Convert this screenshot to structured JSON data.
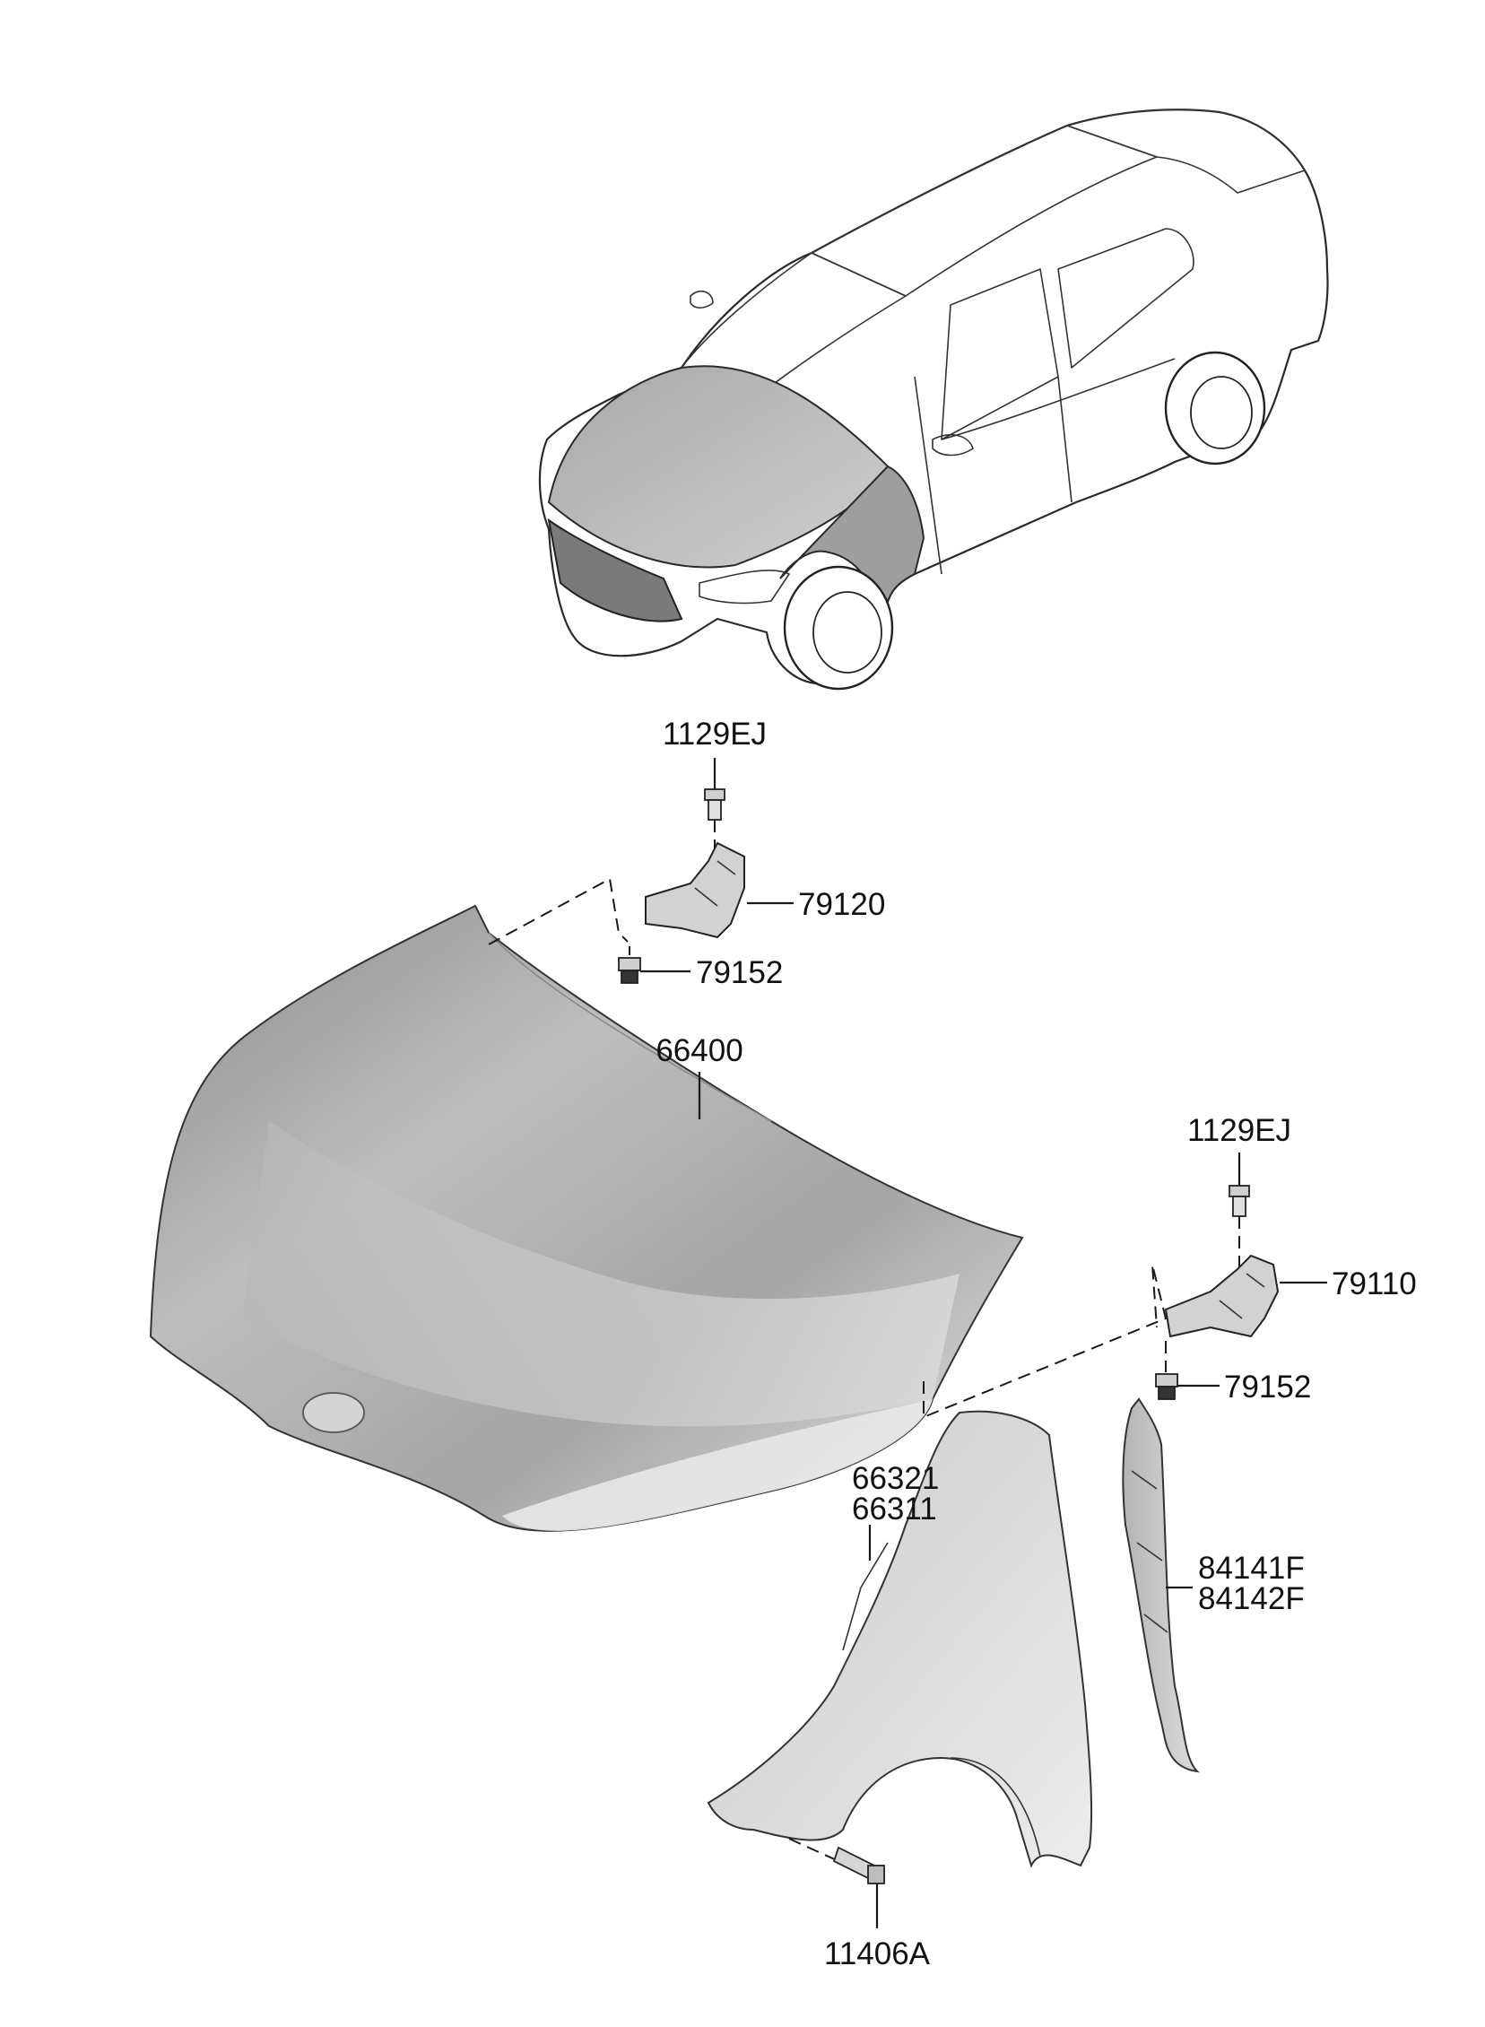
{
  "labels": {
    "bolt_top": "1129EJ",
    "hinge_left": "79120",
    "nut_left": "79152",
    "hood": "66400",
    "bolt_right": "1129EJ",
    "hinge_right": "79110",
    "nut_right": "79152",
    "fender_a": "66321",
    "fender_b": "66311",
    "liner_a": "84141F",
    "liner_b": "84142F",
    "fender_bolt": "11406A"
  },
  "colors": {
    "line": "#1a1a1a",
    "part_shade_light": "#e2e2e2",
    "part_shade_dark": "#9a9a9a",
    "background": "#ffffff"
  }
}
